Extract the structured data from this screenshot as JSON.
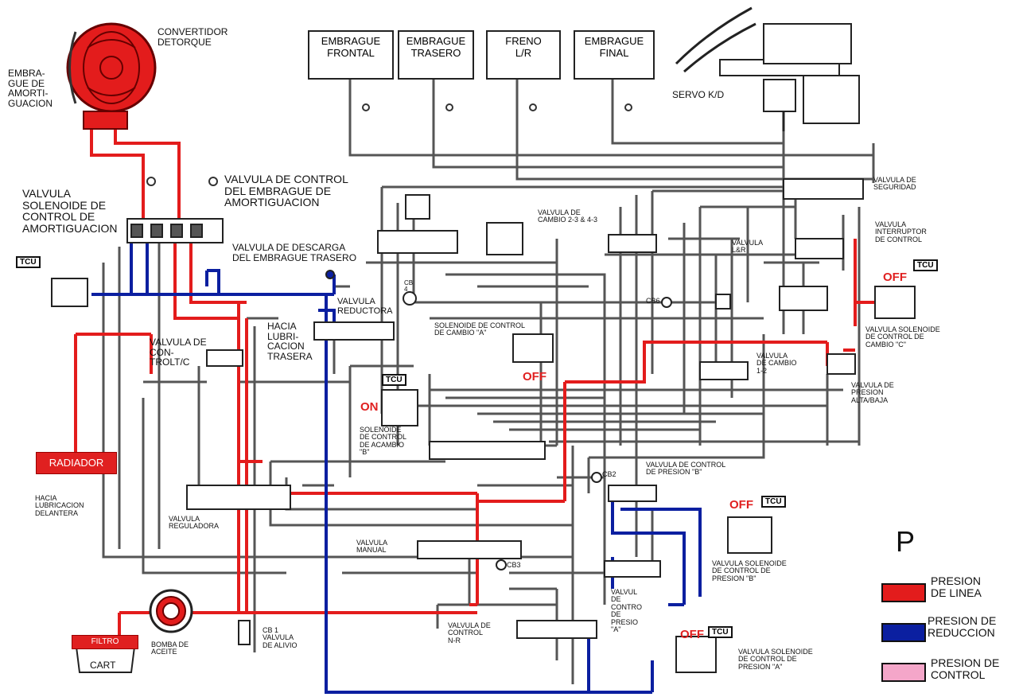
{
  "colors": {
    "line_pressure": "#e31c1c",
    "reduction_pressure": "#0b1fa0",
    "control_pressure": "#f4a6c9",
    "neutral_line": "#555555"
  },
  "converter": {
    "label": "CONVERTIDOR\nDETORQUE",
    "damper_clutch": "EMBRA-\nGUE DE\nAMORTI-\nGUACION"
  },
  "valves": {
    "damper_control": "VALVULA DE CONTROL\nDEL EMBRAGUE DE\nAMORTIGUACION",
    "solenoid_damper": "VALVULA\nSOLENOIDE DE\nCONTROL DE\nAMORTIGUACION",
    "rear_clutch_exhaust": "VALVULA DE DESCARGA\nDEL EMBRAGUE TRASERO",
    "reducer": "VALVULA\nREDUCTORA",
    "tc_control": "VALVULA DE\nCON-\nTROLT/C",
    "rear_lube": "HACIA\nLUBRI-\nCACION\nTRASERA",
    "shift_23": "VALVULA DE\nCAMBIO 2-3 & 4-3",
    "lr": "VALVULA\nL&R",
    "safety": "VALVULA DE\nSEGURIDAD",
    "switch_control": "VALVULA\nINTERRUPTOR\nDE CONTROL",
    "solenoid_c": "VALVULA SOLENOIDE\nDE CONTROL DE\nCAMBIO \"C\"",
    "solenoid_a": "SOLENOIDE DE CONTROL\nDE CAMBIO \"A\"",
    "solenoid_b": "SOLENOIDE\nDE CONTROL\nDE ACAMBIO\n\"B\"",
    "shift_12": "VALVULA\nDE CAMBIO\n1-2",
    "high_low": "VALVULA DE\nPRESION\nALTA/BAJA",
    "pressure_b_control": "VALVULA DE CONTROL\nDE   PRESION \"B\"",
    "solenoid_pressure_b": "VALVULA SOLENOIDE\nDE CONTROL DE\nPRESION \"B\"",
    "regulator": "VALVULA\nREGULADORA",
    "manual": "VALVULA\nMANUAL",
    "control_nr": "VALVULA DE\nCONTROL\nN-R",
    "pressure_a_control": "VALVUL\nDE\nCONTRO\nDE\nPRESIO\n\"A\"",
    "solenoid_pressure_a": "VALVULA SOLENOIDE\nDE CONTROL DE\nPRESION \"A\"",
    "relief": "CB 1\nVALVULA\nDE ALIVIO",
    "front_lube": "HACIA\nLUBRICACION\nDELANTERA",
    "oil_pump": "BOMBA DE\nACEITE",
    "servo": "SERVO K/D"
  },
  "checkballs": {
    "cb4": "CB\n4",
    "cb6": "CB6",
    "cb2": "CB2",
    "cb3": "CB3"
  },
  "clutches": [
    {
      "label": "EMBRAGUE\nFRONTAL"
    },
    {
      "label": "EMBRAGUE\nTRASERO"
    },
    {
      "label": "FRENO\nL/R"
    },
    {
      "label": "EMBRAGUE\nFINAL"
    }
  ],
  "tcu_label": "TCU",
  "states": {
    "off": "OFF",
    "on": "ON"
  },
  "radiator": "RADIADOR",
  "filter": "FILTRO",
  "cart": "CART",
  "legend": {
    "title": "P",
    "items": [
      {
        "label": "PRESION\nDE LINEA",
        "color": "#e31c1c"
      },
      {
        "label": "PRESION DE\nREDUCCION",
        "color": "#0b1fa0"
      },
      {
        "label": "PRESION DE\nCONTROL",
        "color": "#f4a6c9"
      }
    ]
  }
}
